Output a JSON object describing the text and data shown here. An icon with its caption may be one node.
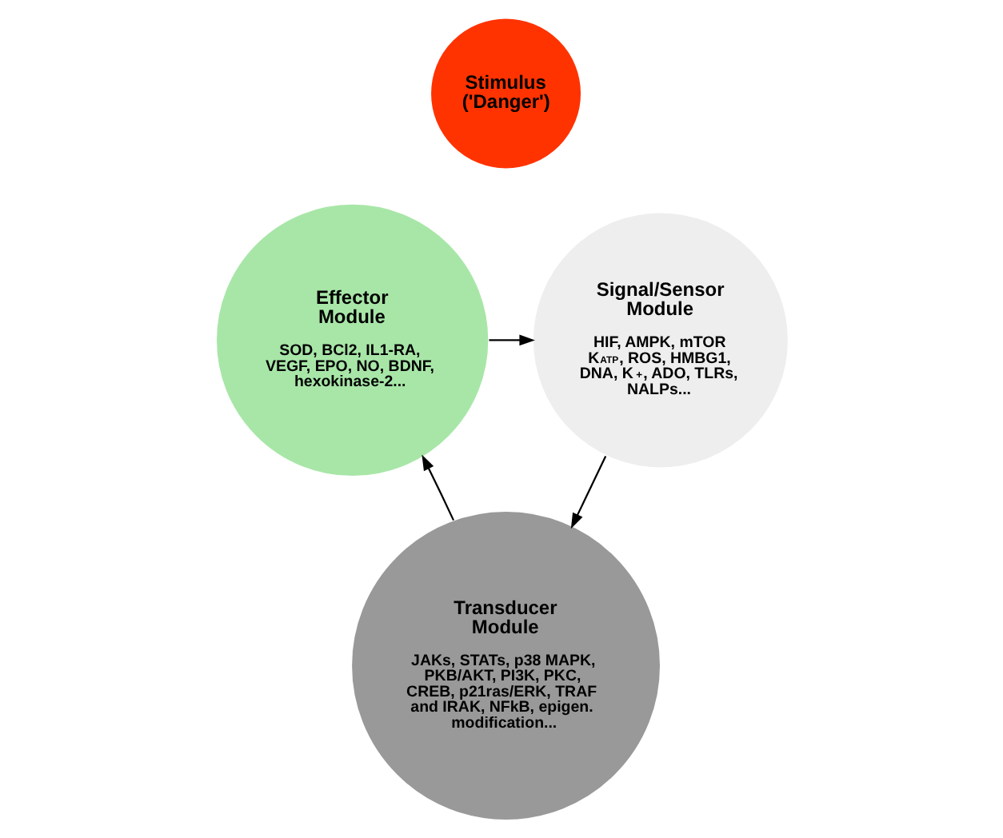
{
  "diagram": {
    "nodes": [
      {
        "text": [
          "Stimulus ('Danger')"
        ]
      },
      {
        "text": [
          "Effector Module",
          "SOD, BCl2, IL1-RA, VEGF, EPO, NO, BDNF, hexokinase-2..."
        ]
      },
      {
        "text": [
          "Signal/Sensor Module",
          "HIF, AMPK, mTOR K$_{ATP}$, ROS, HMBG1, DNA, K$^{+}$, ADO, TLRs, NALPs..."
        ]
      },
      {
        "text": [
          "Transducer Module",
          "JAKs, STATs, p38 MAPK, PKB/AKT, PI3K, PKC, CREB, p21ras/ERK, TRAF and IRAK, NFkB, epigen. modification..."
        ]
      }
    ],
    "edges": [
      {
        "from": 2,
        "to": 3,
        "arrow": "to"
      },
      {
        "from": 3,
        "to": 1,
        "arrow": "to"
      },
      {
        "from": 1,
        "to": 2,
        "arrow": "to"
      }
    ]
  }
}
